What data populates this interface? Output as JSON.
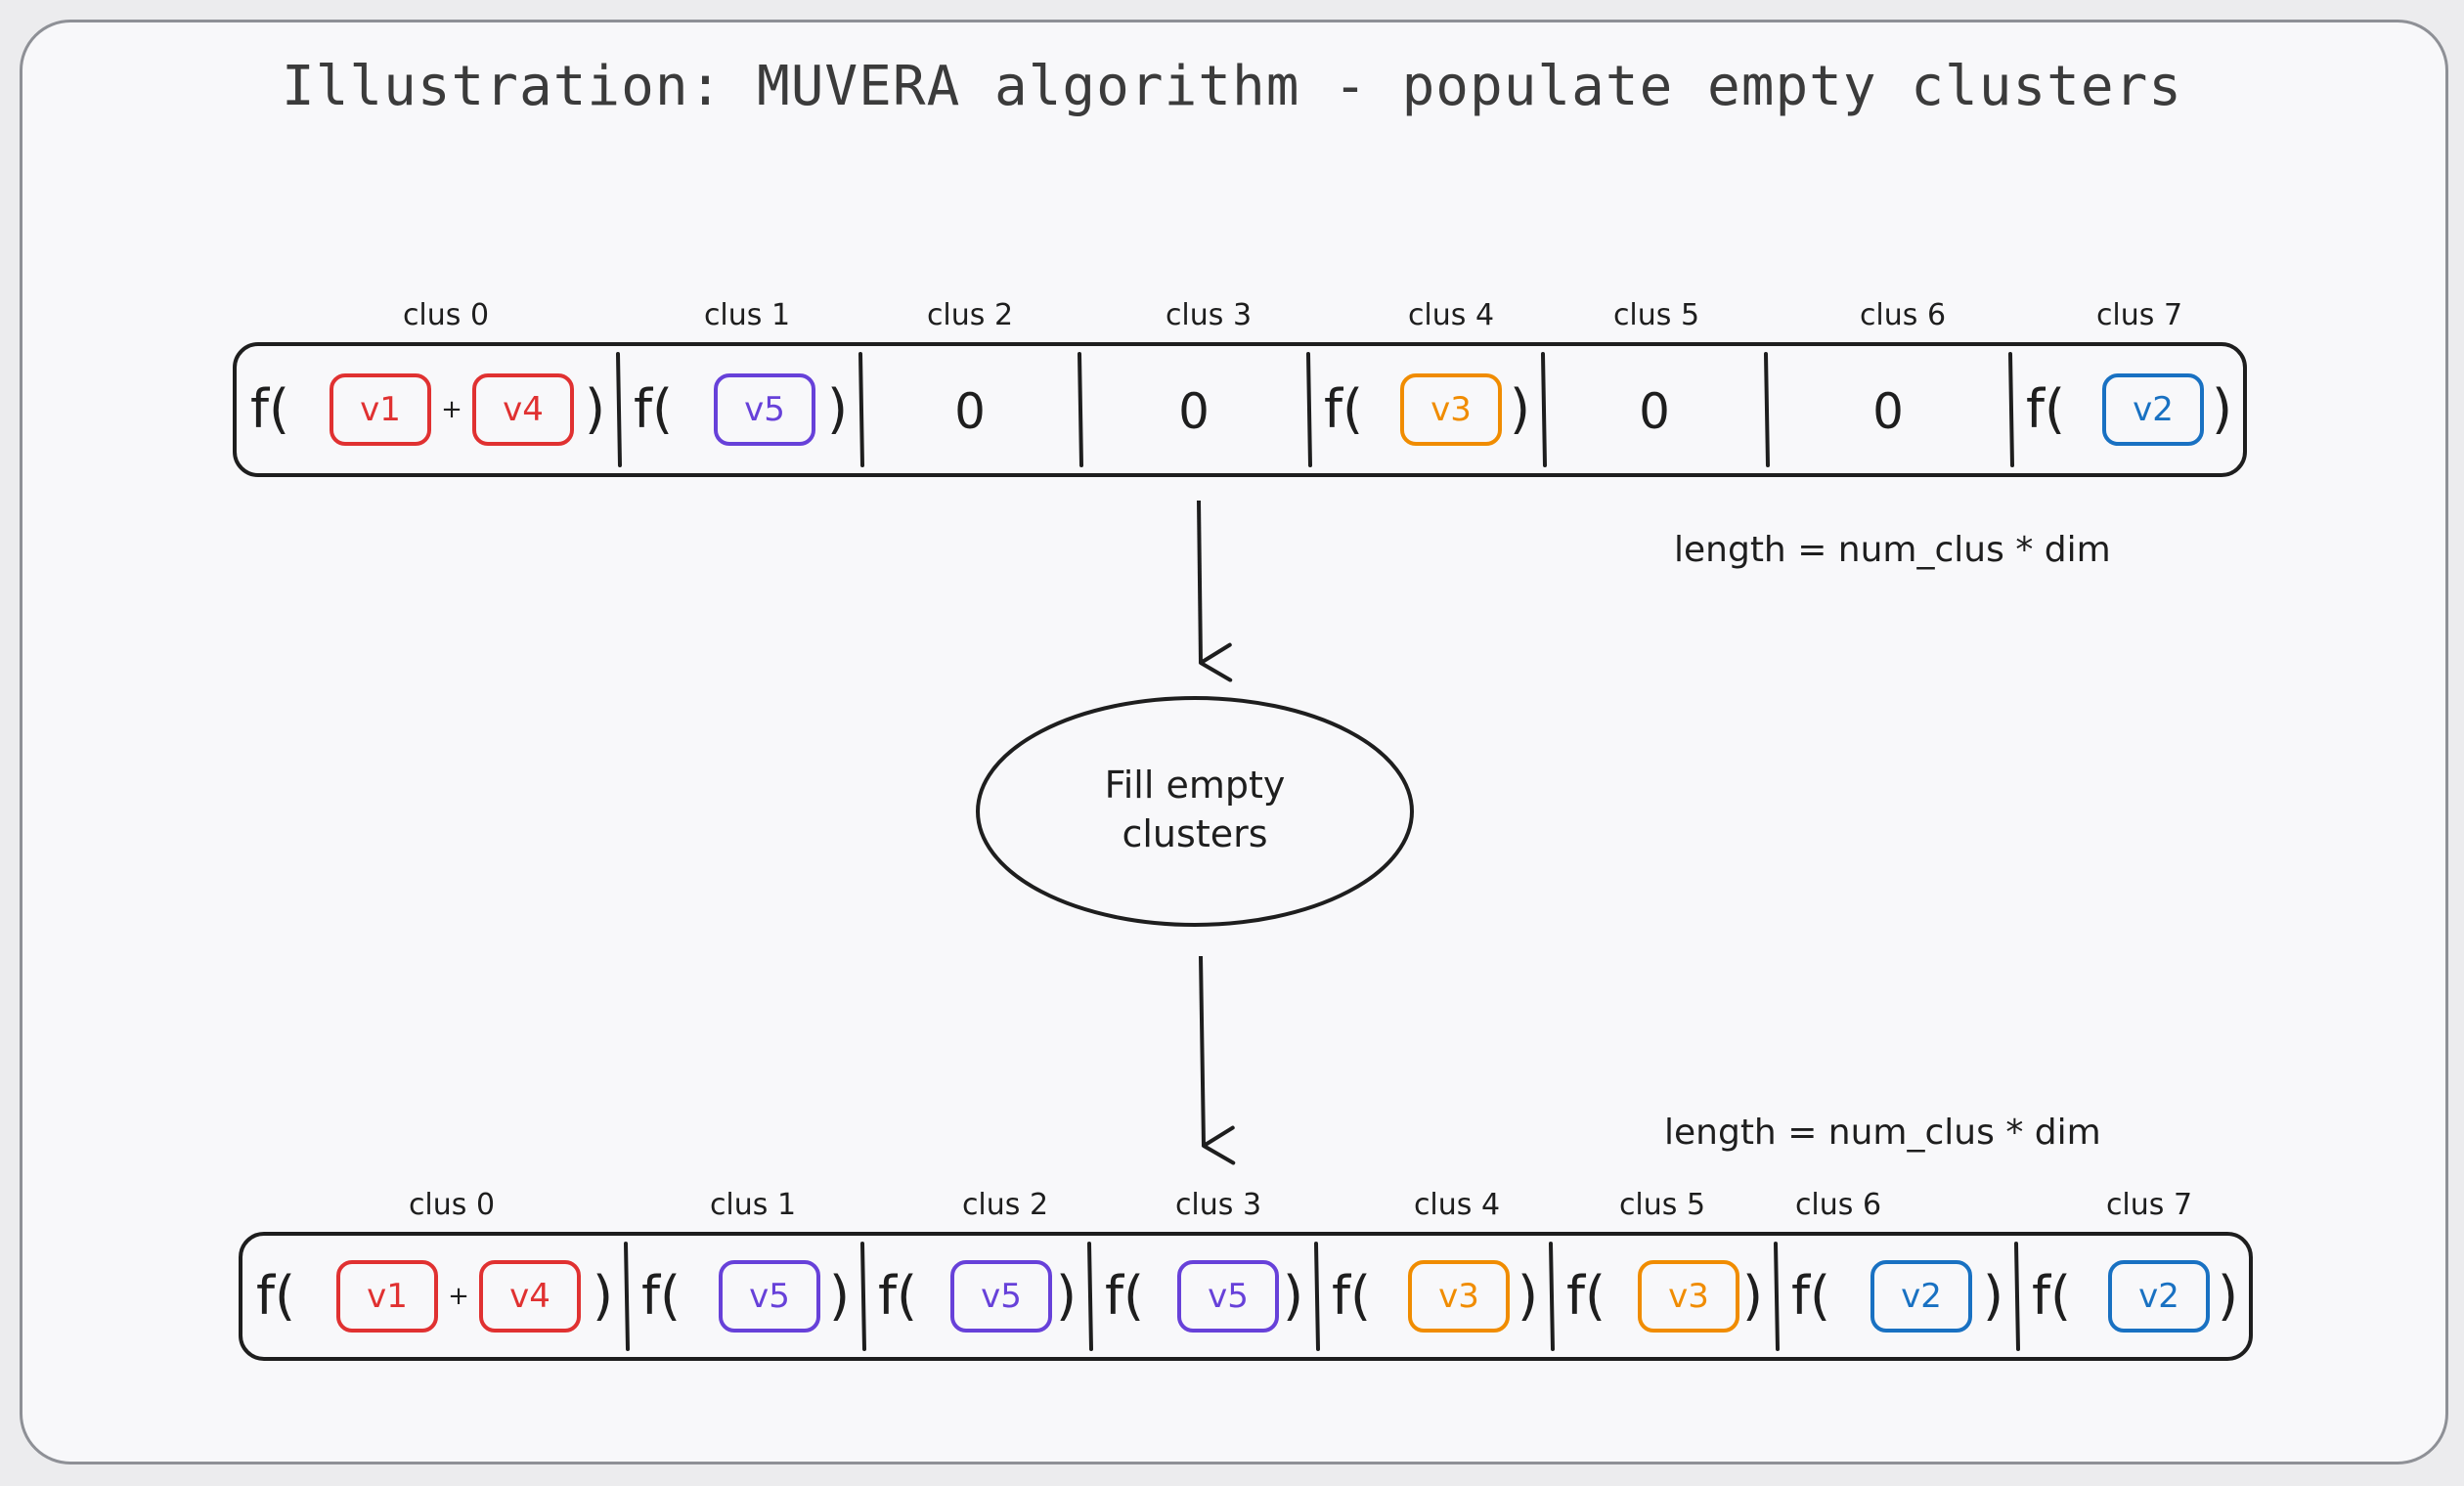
{
  "title": "Illustration: MUVERA algorithm - populate empty clusters",
  "colors": {
    "red": "#e03131",
    "purple": "#6741d9",
    "orange": "#f08c00",
    "blue": "#1971c2",
    "ink": "#1e1e1e"
  },
  "top_row": {
    "length_note": "length = num_clus * dim",
    "clusters": [
      {
        "label": "clus 0",
        "vectors": [
          {
            "name": "v1",
            "color": "red"
          },
          {
            "name": "v4",
            "color": "red"
          }
        ]
      },
      {
        "label": "clus 1",
        "vectors": [
          {
            "name": "v5",
            "color": "purple"
          }
        ]
      },
      {
        "label": "clus 2",
        "vectors": [],
        "zero": "0"
      },
      {
        "label": "clus 3",
        "vectors": [],
        "zero": "0"
      },
      {
        "label": "clus 4",
        "vectors": [
          {
            "name": "v3",
            "color": "orange"
          }
        ]
      },
      {
        "label": "clus 5",
        "vectors": [],
        "zero": "0"
      },
      {
        "label": "clus 6",
        "vectors": [],
        "zero": "0"
      },
      {
        "label": "clus 7",
        "vectors": [
          {
            "name": "v2",
            "color": "blue"
          }
        ]
      }
    ]
  },
  "process": {
    "line1": "Fill empty",
    "line2": "clusters"
  },
  "bottom_row": {
    "length_note": "length = num_clus * dim",
    "clusters": [
      {
        "label": "clus 0",
        "vectors": [
          {
            "name": "v1",
            "color": "red"
          },
          {
            "name": "v4",
            "color": "red"
          }
        ]
      },
      {
        "label": "clus 1",
        "vectors": [
          {
            "name": "v5",
            "color": "purple"
          }
        ]
      },
      {
        "label": "clus 2",
        "vectors": [
          {
            "name": "v5",
            "color": "purple"
          }
        ]
      },
      {
        "label": "clus 3",
        "vectors": [
          {
            "name": "v5",
            "color": "purple"
          }
        ]
      },
      {
        "label": "clus 4",
        "vectors": [
          {
            "name": "v3",
            "color": "orange"
          }
        ]
      },
      {
        "label": "clus 5",
        "vectors": [
          {
            "name": "v3",
            "color": "orange"
          }
        ]
      },
      {
        "label": "clus 6",
        "vectors": [
          {
            "name": "v2",
            "color": "blue"
          }
        ]
      },
      {
        "label": "clus 7",
        "vectors": [
          {
            "name": "v2",
            "color": "blue"
          }
        ]
      }
    ]
  },
  "symbols": {
    "func_open": "f(",
    "func_close": ")",
    "plus": "+"
  }
}
